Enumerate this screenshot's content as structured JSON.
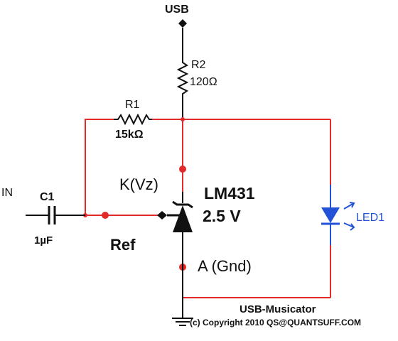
{
  "colors": {
    "wire": "#e32a2a",
    "component": "#111111",
    "led": "#2352d6",
    "led_label": "#2352d6",
    "background": "#ffffff"
  },
  "labels": {
    "usb": "USB",
    "r2_name": "R2",
    "r2_value": "120Ω",
    "r1_name": "R1",
    "r1_value": "15kΩ",
    "in": "IN",
    "c1_name": "C1",
    "c1_value": "1µF",
    "kathode": "K(Vz)",
    "ic_name": "LM431",
    "ic_voltage": "2.5 V",
    "ref": "Ref",
    "anode": "A (Gnd)",
    "led_name": "LED1",
    "footer_title": "USB-Musicator",
    "footer_copyright": "(c) Copyright 2010 QS@QUANTSUFF.COM"
  },
  "icons": {
    "usb_terminal": "diamond-terminal-icon",
    "ground": "ground-symbol-icon",
    "resistor": "zigzag-resistor-icon",
    "capacitor": "capacitor-plates-icon",
    "zener": "shunt-regulator-icon",
    "led": "led-diode-icon"
  }
}
